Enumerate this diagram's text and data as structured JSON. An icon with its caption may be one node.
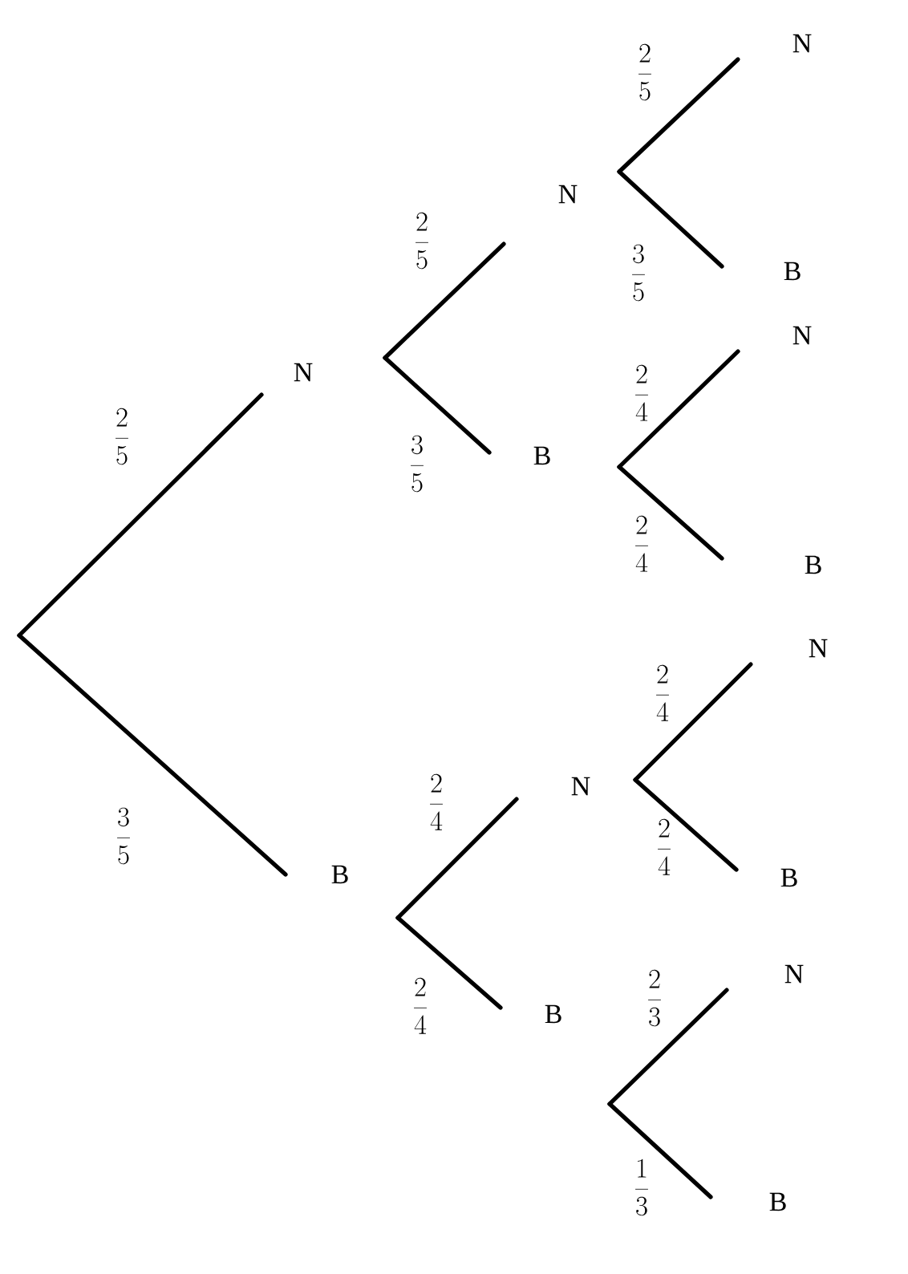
{
  "diagram": {
    "nodes": [
      {
        "text": [
          "N"
        ]
      },
      {
        "text": [
          "B"
        ]
      },
      {
        "text": [
          "N"
        ]
      },
      {
        "text": [
          "B"
        ]
      },
      {
        "text": [
          "N"
        ]
      },
      {
        "text": [
          "B"
        ]
      },
      {
        "text": [
          "N"
        ]
      },
      {
        "text": [
          "B"
        ]
      },
      {
        "text": [
          "N"
        ]
      },
      {
        "text": [
          "B"
        ]
      },
      {
        "text": [
          "N"
        ]
      },
      {
        "text": [
          "B"
        ]
      },
      {
        "text": [
          "N"
        ]
      },
      {
        "text": [
          "B"
        ]
      }
    ],
    "edges": [
      {
        "from": null,
        "to": 0,
        "arrow": "none",
        "label": "\\frac{2}{5}"
      },
      {
        "from": null,
        "to": 1,
        "arrow": "none",
        "label": "\\frac{3}{5}"
      },
      {
        "from": 0,
        "to": 2,
        "arrow": "none",
        "label": "\\frac{2}{5}"
      },
      {
        "from": 0,
        "to": 3,
        "arrow": "none",
        "label": "\\frac{3}{5}"
      },
      {
        "from": 1,
        "to": 4,
        "arrow": "none",
        "label": "\\frac{2}{4}"
      },
      {
        "from": 1,
        "to": 5,
        "arrow": "none",
        "label": "\\frac{2}{4}"
      },
      {
        "from": 2,
        "to": 6,
        "arrow": "none",
        "label": "\\frac{2}{5}"
      },
      {
        "from": 2,
        "to": 7,
        "arrow": "none",
        "label": "\\frac{3}{5}"
      },
      {
        "from": 3,
        "to": 8,
        "arrow": "none",
        "label": "\\frac{2}{4}"
      },
      {
        "from": 3,
        "to": 9,
        "arrow": "none",
        "label": "\\frac{2}{4}"
      },
      {
        "from": 4,
        "to": 10,
        "arrow": "none",
        "label": "\\frac{2}{4}"
      },
      {
        "from": 4,
        "to": 11,
        "arrow": "none",
        "label": "\\frac{2}{4}"
      },
      {
        "from": 5,
        "to": 12,
        "arrow": "none",
        "label": "\\frac{2}{3}"
      },
      {
        "from": 5,
        "to": 13,
        "arrow": "none",
        "label": "\\frac{1}{3}"
      }
    ]
  }
}
